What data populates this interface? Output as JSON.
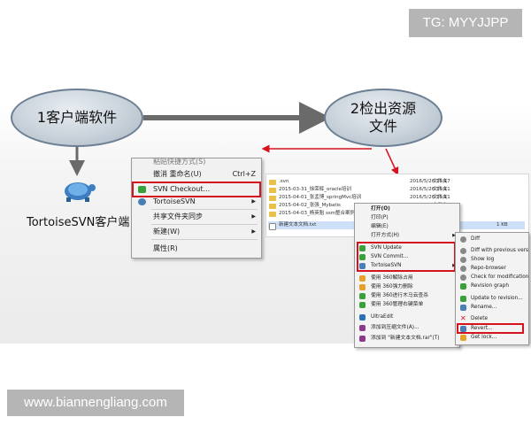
{
  "watermark_top": "TG: MYYJJPP",
  "watermark_bottom": "www.biannengliang.com",
  "diagram": {
    "step1_label": "1客户端软件",
    "step2_label": "2检出资源文件",
    "tortoise_label": "TortoiseSVN客户端"
  },
  "menu1": {
    "items": [
      {
        "label": "粘贴快捷方式(S)",
        "accel": ""
      },
      {
        "label": "撤消 重命名(U)",
        "accel": "Ctrl+Z"
      },
      {
        "label": "SVN Checkout...",
        "accel": ""
      },
      {
        "label": "TortoiseSVN",
        "accel": ""
      },
      {
        "label": "共享文件夹同步",
        "accel": ""
      },
      {
        "label": "新建(W)",
        "accel": ""
      },
      {
        "label": "属性(R)",
        "accel": ""
      }
    ]
  },
  "files": [
    {
      "name": ".svn",
      "date": "2016/5/26 15:17",
      "type": "文件夹",
      "size": ""
    },
    {
      "name": "2015-03-31_徐荣辉_oracle培训",
      "date": "2016/5/26 15:11",
      "type": "文件夹",
      "size": ""
    },
    {
      "name": "2015-04-01_张孟博_springMvc培训",
      "date": "2016/5/26 15:11",
      "type": "文件夹",
      "size": ""
    },
    {
      "name": "2015-04-02_张强_Mybatis",
      "date": "",
      "type": "文件夹",
      "size": ""
    },
    {
      "name": "2015-04-03_杨英魁 ssm整合案例",
      "date": "",
      "type": "文件夹",
      "size": ""
    },
    {
      "name": "新建文本文档.txt",
      "date": "",
      "type": "",
      "size": "1 KB"
    }
  ],
  "menu2": {
    "items": [
      "打开(O)",
      "打印(P)",
      "编辑(E)",
      "打开方式(H)",
      "SVN Update",
      "SVN Commit...",
      "TortoiseSVN",
      "使用 360解除占用",
      "使用 360强力删除",
      "使用 360进行木马云查杀",
      "使用 360管理右键菜单",
      "UltraEdit",
      "添加到压缩文件(A)...",
      "添加到 \"新建文本文档.rar\"(T)"
    ]
  },
  "menu3": {
    "items": [
      "Diff",
      "Diff with previous version",
      "Show log",
      "Repo-browser",
      "Check for modifications",
      "Revision graph",
      "Update to revision...",
      "Rename...",
      "Delete",
      "Revert...",
      "Get lock..."
    ]
  },
  "colors": {
    "highlight_red": "#d6121c",
    "arrow_gray": "#6a6a6a"
  }
}
